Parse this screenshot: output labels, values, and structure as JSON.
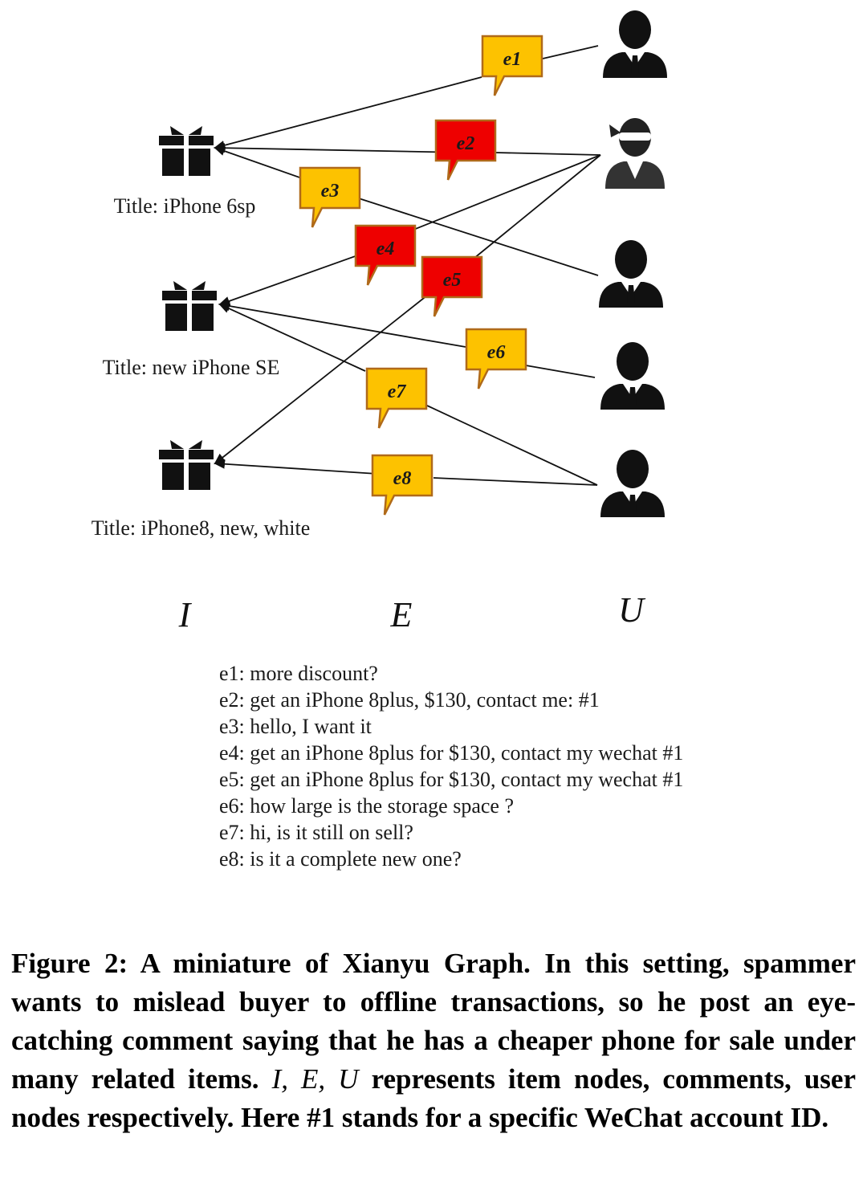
{
  "colors": {
    "spam": "#ee0000",
    "normal": "#fdc200",
    "border": "#b06a1a",
    "edge": "#111111"
  },
  "items": [
    {
      "id": "i1",
      "title": "Title: iPhone 6sp"
    },
    {
      "id": "i2",
      "title": "Title: new iPhone SE"
    },
    {
      "id": "i3",
      "title": "Title: iPhone8, new, white"
    }
  ],
  "comments": [
    {
      "id": "e1",
      "label": "e1",
      "spam": false,
      "text": "e1: more discount?"
    },
    {
      "id": "e2",
      "label": "e2",
      "spam": true,
      "text": "e2: get an iPhone 8plus, $130, contact me: #1"
    },
    {
      "id": "e3",
      "label": "e3",
      "spam": false,
      "text": "e3: hello, I want it"
    },
    {
      "id": "e4",
      "label": "e4",
      "spam": true,
      "text": "e4: get an iPhone 8plus for $130, contact my wechat #1"
    },
    {
      "id": "e5",
      "label": "e5",
      "spam": true,
      "text": "e5: get an iPhone 8plus for $130, contact my wechat #1"
    },
    {
      "id": "e6",
      "label": "e6",
      "spam": false,
      "text": "e6: how large is the storage space ?"
    },
    {
      "id": "e7",
      "label": "e7",
      "spam": false,
      "text": "e7: hi, is it still on sell?"
    },
    {
      "id": "e8",
      "label": "e8",
      "spam": false,
      "text": "e8: is it a complete new one?"
    }
  ],
  "users": [
    {
      "id": "u1",
      "kind": "user-icon"
    },
    {
      "id": "u2",
      "kind": "spammer-icon"
    },
    {
      "id": "u3",
      "kind": "user-icon"
    },
    {
      "id": "u4",
      "kind": "user-icon"
    },
    {
      "id": "u5",
      "kind": "user-icon"
    }
  ],
  "edges": [
    {
      "item": "i1",
      "comment": "e1",
      "user": "u1"
    },
    {
      "item": "i1",
      "comment": "e2",
      "user": "u2"
    },
    {
      "item": "i1",
      "comment": "e3",
      "user": "u3"
    },
    {
      "item": "i2",
      "comment": "e4",
      "user": "u2"
    },
    {
      "item": "i3",
      "comment": "e5",
      "user": "u2"
    },
    {
      "item": "i2",
      "comment": "e6",
      "user": "u4"
    },
    {
      "item": "i2",
      "comment": "e7",
      "user": "u5"
    },
    {
      "item": "i3",
      "comment": "e8",
      "user": "u5"
    }
  ],
  "axes": {
    "items": "I",
    "comments": "E",
    "users": "U"
  },
  "caption": {
    "part1": "Figure 2: A miniature of Xianyu Graph. In this setting, spammer wants to mislead buyer to offline transactions, so he post an eye-catching comment saying that he has a cheaper phone for sale under many related items.",
    "symbols": "I, E, U",
    "part2": "represents item nodes, comments, user nodes respectively. Here #1 stands for a specific WeChat account ID."
  }
}
